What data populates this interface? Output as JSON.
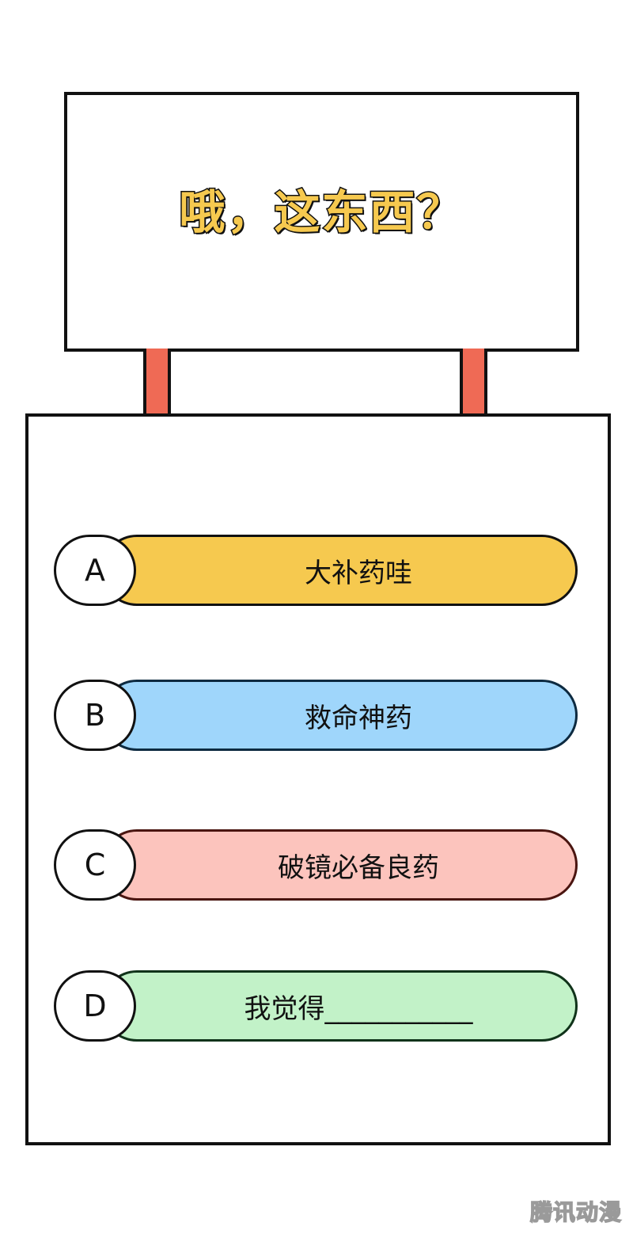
{
  "sign": {
    "title": "哦，这东西？"
  },
  "options": [
    {
      "letter": "A",
      "text": "大补药哇",
      "color": "#f6c94f",
      "border": "#111111"
    },
    {
      "letter": "B",
      "text": "救命神药",
      "color": "#9fd6fb",
      "border": "#0d2a40"
    },
    {
      "letter": "C",
      "text": "破镜必备良药",
      "color": "#fcc4bd",
      "border": "#4a1510"
    },
    {
      "letter": "D",
      "text": "我觉得___________",
      "color": "#c2f2c8",
      "border": "#10331a"
    }
  ],
  "watermark": "腾讯动漫"
}
